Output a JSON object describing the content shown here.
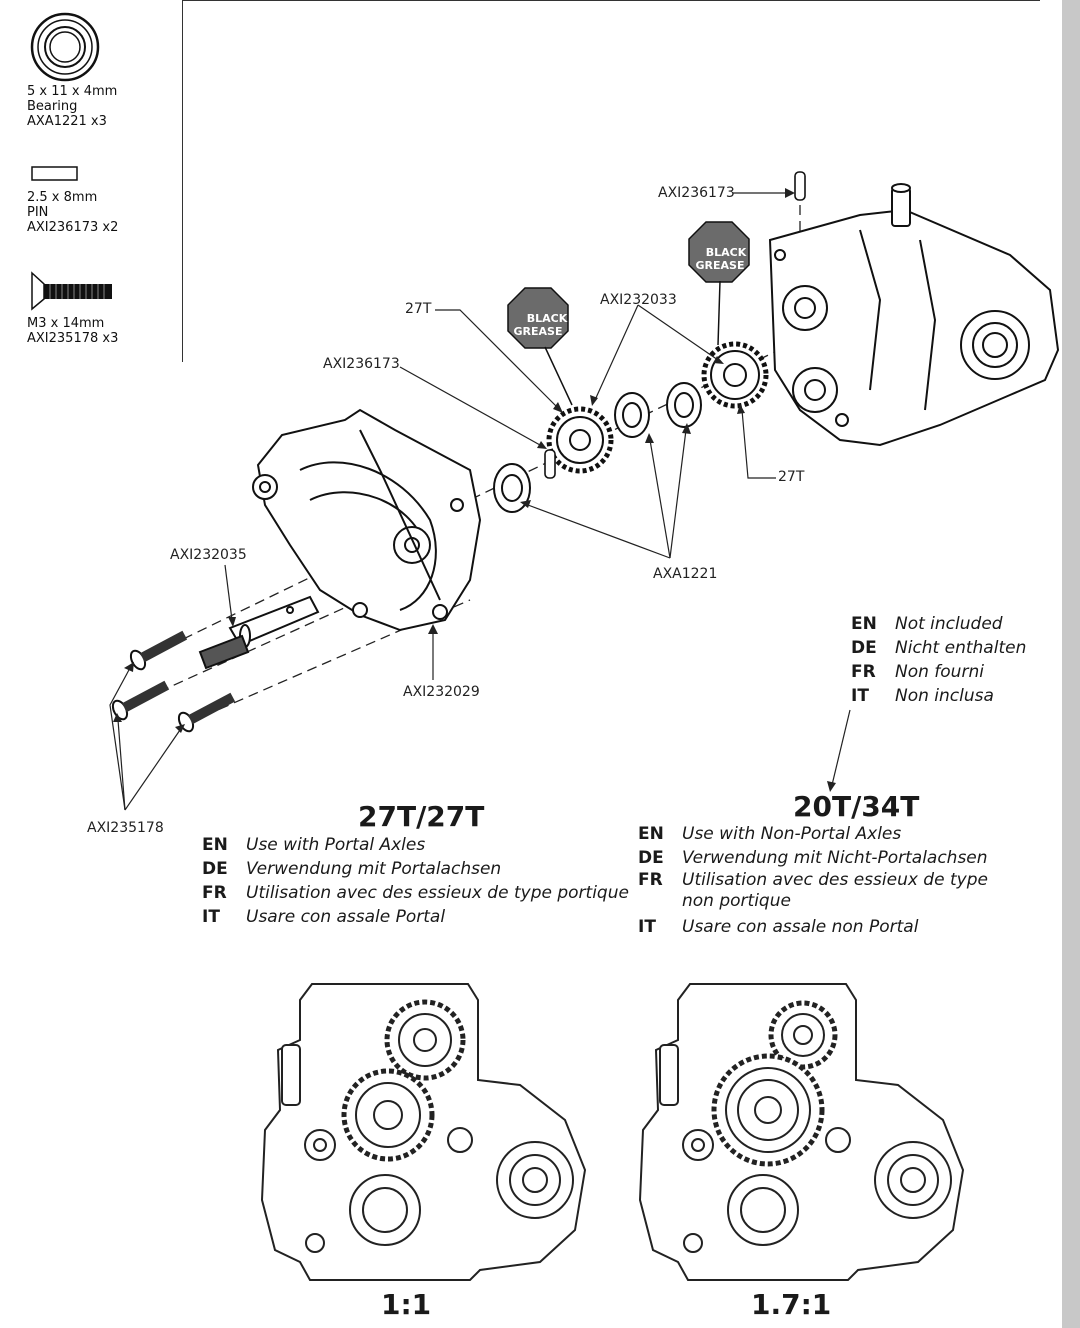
{
  "parts_list": [
    {
      "size": "5 x 11 x 4mm",
      "name": "Bearing",
      "code": "AXA1221 x3",
      "icon": "bearing-icon"
    },
    {
      "size": "2.5 x 8mm",
      "name": "PIN",
      "code": "AXI236173 x2",
      "icon": "pin-icon"
    },
    {
      "size": "M3 x 14mm",
      "name": "",
      "code": "AXI235178 x3",
      "icon": "screw-icon"
    }
  ],
  "callouts": {
    "pin_top": "AXI236173",
    "gear_27t_left": "27T",
    "gear_axi232033": "AXI232033",
    "pin_left": "AXI236173",
    "gear_27t_right": "27T",
    "shaft": "AXI232035",
    "bearing": "AXA1221",
    "case": "AXI232029",
    "screws": "AXI235178"
  },
  "grease_badges": [
    {
      "line1": "BLACK",
      "line2": "GREASE"
    },
    {
      "line1": "BLACK",
      "line2": "GREASE"
    }
  ],
  "not_included": [
    {
      "code": "EN",
      "text": "Not included"
    },
    {
      "code": "DE",
      "text": "Nicht enthalten"
    },
    {
      "code": "FR",
      "text": "Non fourni"
    },
    {
      "code": "IT",
      "text": "Non inclusa"
    }
  ],
  "option_27_27": {
    "title": "27T/27T",
    "lines": [
      {
        "code": "EN",
        "text": "Use with Portal Axles"
      },
      {
        "code": "DE",
        "text": "Verwendung mit Portalachsen"
      },
      {
        "code": "FR",
        "text": "Utilisation avec des essieux de type portique"
      },
      {
        "code": "IT",
        "text": "Usare con assale Portal"
      }
    ]
  },
  "option_20_34": {
    "title": "20T/34T",
    "lines": [
      {
        "code": "EN",
        "text": "Use with Non-Portal Axles"
      },
      {
        "code": "DE",
        "text": "Verwendung mit Nicht-Portalachsen"
      },
      {
        "code": "FR",
        "text": "Utilisation avec des essieux de type non portique"
      },
      {
        "code": "IT",
        "text": "Usare con assale non Portal"
      }
    ]
  },
  "ratios": {
    "left": "1:1",
    "right": "1.7:1"
  },
  "colors": {
    "line": "#1a1a1a",
    "badge": "#6b6b6b",
    "sidebar": "#c8c8c8"
  }
}
